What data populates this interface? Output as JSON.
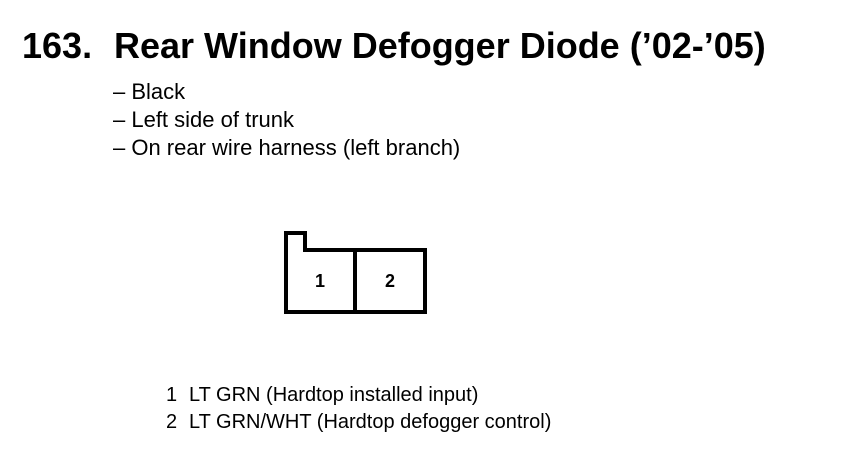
{
  "heading": {
    "number": "163.",
    "title": "Rear Window Defogger Diode (’02-’05)"
  },
  "notes": [
    "– Black",
    "– Left side of trunk",
    "– On rear wire harness (left branch)"
  ],
  "connector": {
    "terminals": [
      "1",
      "2"
    ]
  },
  "pins": [
    {
      "number": "1",
      "description": "LT GRN (Hardtop installed input)"
    },
    {
      "number": "2",
      "description": "LT GRN/WHT (Hardtop defogger control)"
    }
  ]
}
